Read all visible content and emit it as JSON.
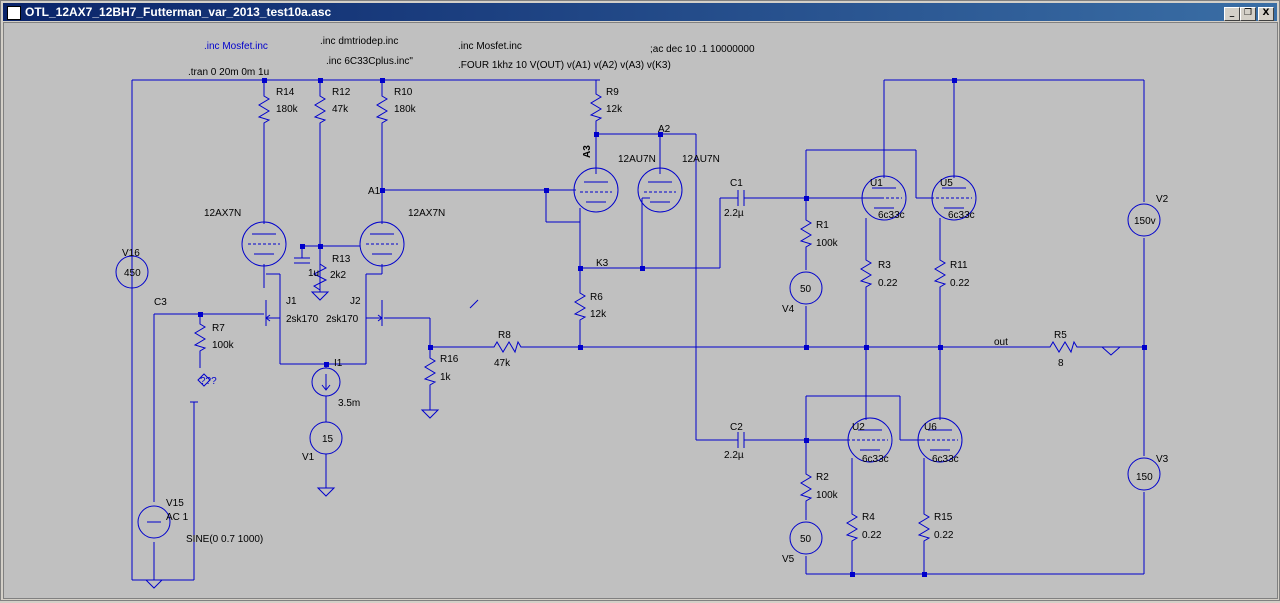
{
  "window": {
    "title": "OTL_12AX7_12BH7_Futterman_var_2013_test10a.asc",
    "minimize_glyph": "_",
    "restore_glyph": "❐",
    "close_glyph": "X"
  },
  "directives": {
    "inc_mosfet_1": ".inc Mosfet.inc",
    "inc_dmtriodep": ".inc dmtriodep.inc",
    "inc_6c33": ".inc 6C33Cplus.inc\"",
    "inc_mosfet_2": ".inc Mosfet.inc",
    "ac": ";ac dec 10 .1 10000000",
    "four": ".FOUR 1khz 10 V(OUT) v(A1) v(A2)  v(A3) v(K3)",
    "tran": ".tran 0 20m 0m 1u"
  },
  "components": {
    "R14": {
      "ref": "R14",
      "value": "180k"
    },
    "R12": {
      "ref": "R12",
      "value": "47k"
    },
    "R10": {
      "ref": "R10",
      "value": "180k"
    },
    "R9": {
      "ref": "R9",
      "value": "12k"
    },
    "R13": {
      "ref": "R13",
      "value": "2k2"
    },
    "C_R13": {
      "value": "1u"
    },
    "R7": {
      "ref": "R7",
      "value": "100k"
    },
    "R16": {
      "ref": "R16",
      "value": "1k"
    },
    "R8": {
      "ref": "R8",
      "value": "47k"
    },
    "R6": {
      "ref": "R6",
      "value": "12k"
    },
    "R1": {
      "ref": "R1",
      "value": "100k"
    },
    "R2": {
      "ref": "R2",
      "value": "100k"
    },
    "R3": {
      "ref": "R3",
      "value": "0.22"
    },
    "R11": {
      "ref": "R11",
      "value": "0.22"
    },
    "R4": {
      "ref": "R4",
      "value": "0.22"
    },
    "R15": {
      "ref": "R15",
      "value": "0.22"
    },
    "R5": {
      "ref": "R5",
      "value": "8"
    },
    "C1": {
      "ref": "C1",
      "value": "2.2µ"
    },
    "C2": {
      "ref": "C2",
      "value": "2.2µ"
    },
    "C3": {
      "ref": "C3"
    },
    "I1": {
      "ref": "I1",
      "value": "3.5m"
    },
    "J1": {
      "ref": "J1",
      "value": "2sk170"
    },
    "J2": {
      "ref": "J2",
      "value": "2sk170"
    },
    "V16": {
      "ref": "V16",
      "value": "450"
    },
    "V1": {
      "ref": "V1",
      "value": "15"
    },
    "V4": {
      "ref": "V4",
      "value": "50"
    },
    "V5": {
      "ref": "V5",
      "value": "50"
    },
    "V2": {
      "ref": "V2",
      "value": "150v"
    },
    "V3": {
      "ref": "V3",
      "value": "150"
    },
    "V15": {
      "ref": "V15",
      "value": "AC 1",
      "sine": "SINE(0 0.7 1000)"
    },
    "T1": {
      "model": "12AX7N"
    },
    "T2": {
      "model": "12AX7N"
    },
    "T3": {
      "ref": "A3",
      "model": "12AU7N"
    },
    "T4": {
      "model": "12AU7N"
    },
    "U1": {
      "ref": "U1",
      "model": "6c33c"
    },
    "U5": {
      "ref": "U5",
      "model": "6c33c"
    },
    "U2": {
      "ref": "U2",
      "model": "6c33c"
    },
    "U6": {
      "ref": "U6",
      "model": "6c33c"
    }
  },
  "nets": {
    "A1": "A1",
    "A2": "A2",
    "K3": "K3",
    "out": "out",
    "unknown": "???"
  },
  "colors": {
    "wire": "#0000cc",
    "canvas": "#c0c0c0",
    "titlebar": "#0a246a"
  }
}
